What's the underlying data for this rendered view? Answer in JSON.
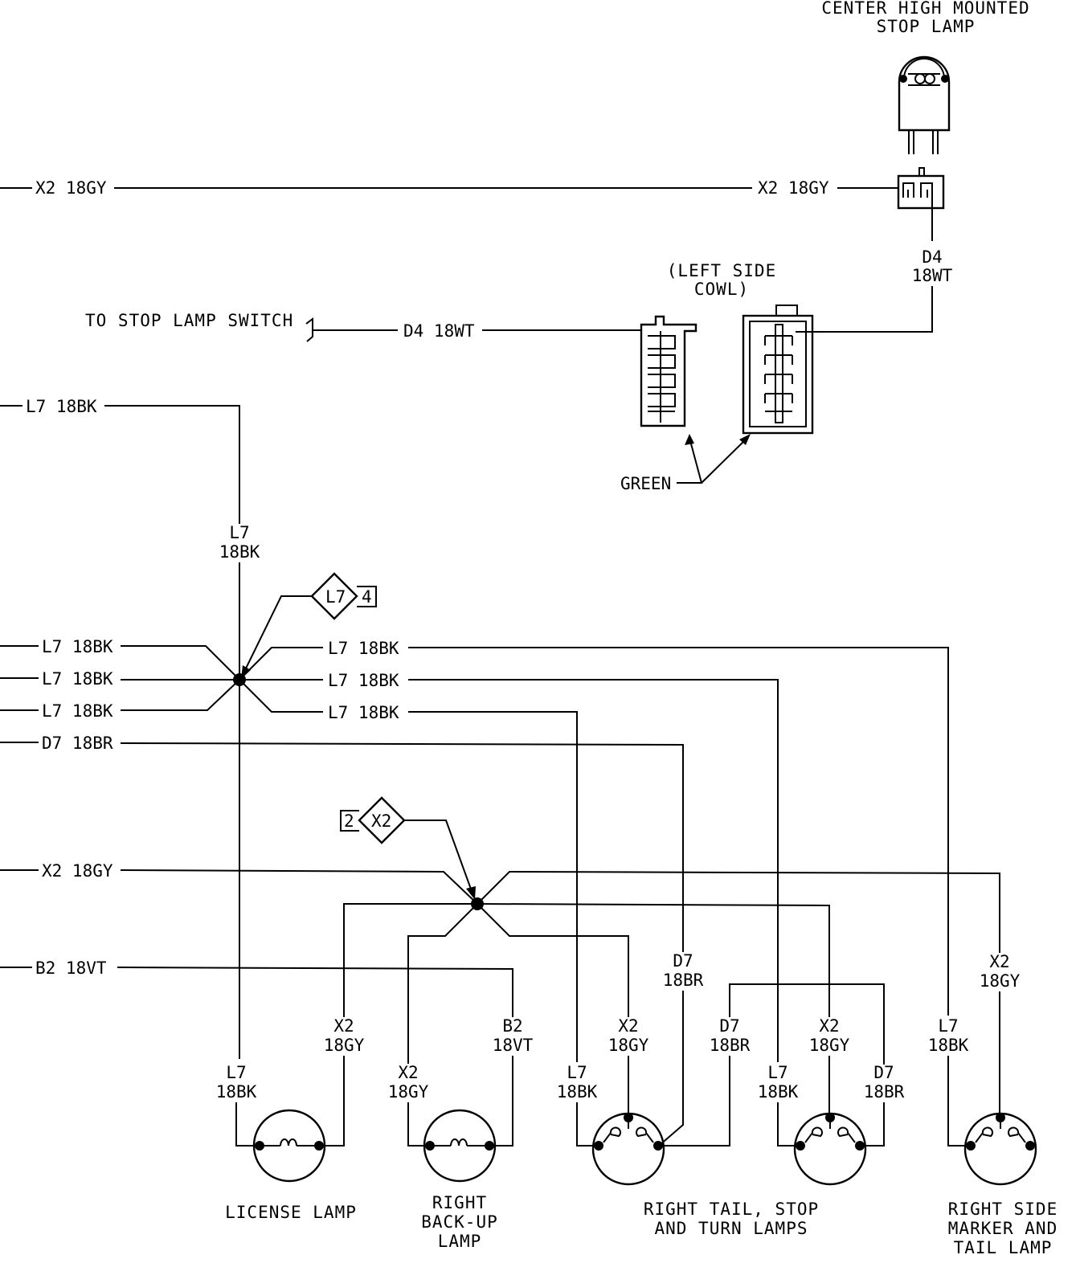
{
  "components": {
    "chmsl": {
      "title_line1": "CENTER HIGH MOUNTED",
      "title_line2": "STOP LAMP"
    },
    "cowl": {
      "title_line1": "(LEFT SIDE",
      "title_line2": "COWL)",
      "color_label": "GREEN"
    },
    "stop_switch": {
      "label": "TO STOP LAMP SWITCH"
    },
    "splice_l7": {
      "circuit": "L7",
      "number": "4"
    },
    "splice_x2": {
      "circuit": "X2",
      "number": "2"
    },
    "license_lamp": {
      "label": "LICENSE LAMP"
    },
    "backup_lamp": {
      "line1": "RIGHT",
      "line2": "BACK-UP",
      "line3": "LAMP"
    },
    "tail_lamps": {
      "line1": "RIGHT TAIL, STOP",
      "line2": "AND TURN LAMPS"
    },
    "marker_lamp": {
      "line1": "RIGHT SIDE",
      "line2": "MARKER AND",
      "line3": "TAIL LAMP"
    }
  },
  "wires": {
    "x2_top_left": "X2 18GY",
    "x2_top_right": "X2 18GY",
    "d4_chmsl_1": "D4",
    "d4_chmsl_2": "18WT",
    "d4_switch": "D4 18WT",
    "l7_top": "L7 18BK",
    "l7_vert_1": "L7",
    "l7_vert_2": "18BK",
    "l7_left_a": "L7 18BK",
    "l7_left_b": "L7 18BK",
    "l7_left_c": "L7 18BK",
    "l7_right_a": "L7 18BK",
    "l7_right_b": "L7 18BK",
    "l7_right_c": "L7 18BK",
    "d7_left": "D7 18BR",
    "x2_left": "X2 18GY",
    "b2_left": "B2 18VT",
    "d7_vert_1": "D7",
    "d7_vert_2": "18BR",
    "x2_marker_1": "X2",
    "x2_marker_2": "18GY",
    "lic_l7_1": "L7",
    "lic_l7_2": "18BK",
    "lic_x2_1": "X2",
    "lic_x2_2": "18GY",
    "bu_x2_1": "X2",
    "bu_x2_2": "18GY",
    "bu_b2_1": "B2",
    "bu_b2_2": "18VT",
    "t1_l7_1": "L7",
    "t1_l7_2": "18BK",
    "t1_x2_1": "X2",
    "t1_x2_2": "18GY",
    "t1_d7_1": "D7",
    "t1_d7_2": "18BR",
    "t2_l7_1": "L7",
    "t2_l7_2": "18BK",
    "t2_x2_1": "X2",
    "t2_x2_2": "18GY",
    "t2_d7_1": "D7",
    "t2_d7_2": "18BR",
    "m_l7_1": "L7",
    "m_l7_2": "18BK"
  }
}
